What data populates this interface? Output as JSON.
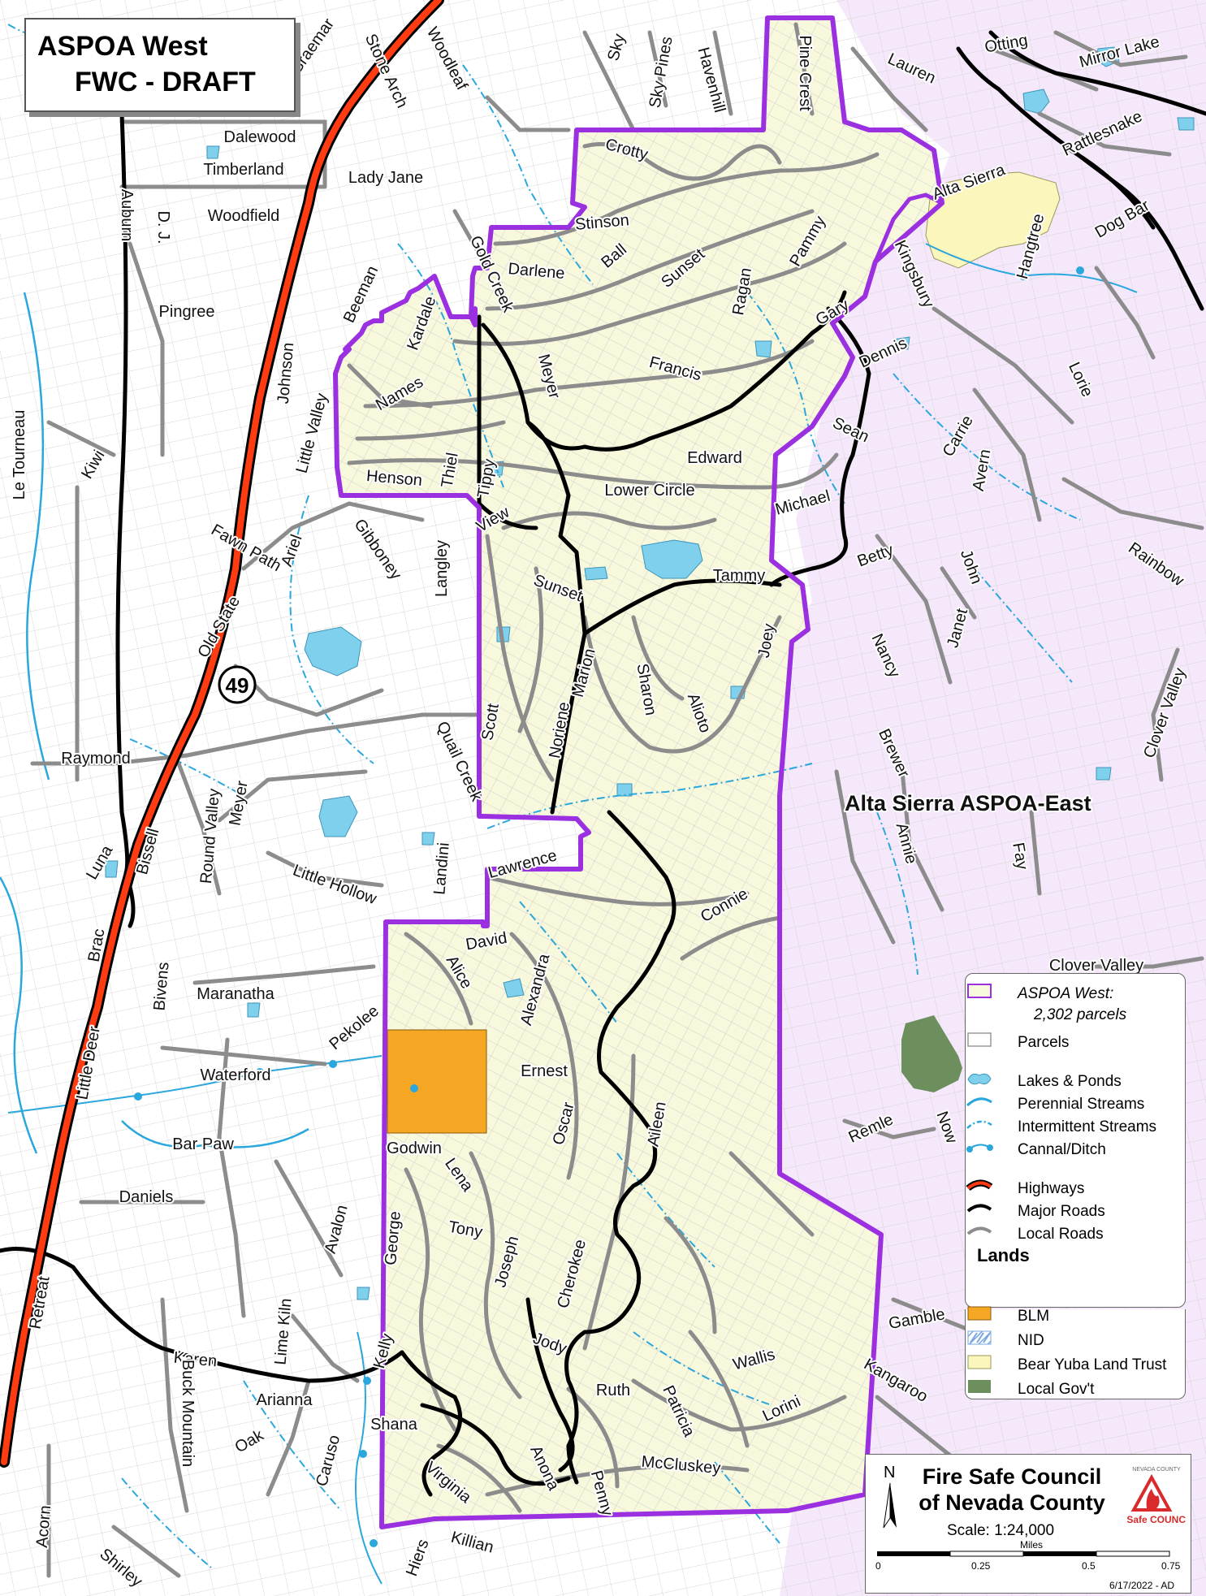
{
  "title": {
    "line1": "ASPOA West",
    "line2": "FWC - DRAFT"
  },
  "highway_shield": "49",
  "region_label": "Alta Sierra ASPOA-East",
  "colors": {
    "boundary": "#9b30e0",
    "aspoa_fill": "#f8f8dc",
    "east_fill": "#f6e8fb",
    "highway_outer": "#000000",
    "highway_inner": "#ff3b12",
    "major_road": "#000000",
    "local_road": "#8c8c8c",
    "parcels": "#c8c8c8",
    "water": "#7fd0ec",
    "stream": "#2aa7dc",
    "blm": "#f5a623",
    "nid": "#8fb6e8",
    "land_trust": "#fbf6bb",
    "local_gov": "#6d8f5e"
  },
  "road_labels": [
    {
      "id": "braemar",
      "text": "Braemar",
      "angle": -55
    },
    {
      "id": "stone-arch",
      "text": "Stone Arch",
      "angle": 65
    },
    {
      "id": "woodleaf",
      "text": "Woodleaf",
      "angle": 62
    },
    {
      "id": "sky",
      "text": "Sky",
      "angle": -75
    },
    {
      "id": "sky-pines",
      "text": "Sky Pines",
      "angle": -80
    },
    {
      "id": "havenhill",
      "text": "Havenhill",
      "angle": 75
    },
    {
      "id": "pine-crest",
      "text": "Pine Crest",
      "angle": 90
    },
    {
      "id": "otting",
      "text": "Otting",
      "angle": -10
    },
    {
      "id": "lauren",
      "text": "Lauren",
      "angle": 25
    },
    {
      "id": "mirror-lake",
      "text": "Mirror Lake",
      "angle": -15
    },
    {
      "id": "rattlesnake",
      "text": "Rattlesnake",
      "angle": -25
    },
    {
      "id": "dalewood",
      "text": "Dalewood",
      "angle": 0
    },
    {
      "id": "timberland",
      "text": "Timberland",
      "angle": 0
    },
    {
      "id": "lady-jane",
      "text": "Lady Jane",
      "angle": 0
    },
    {
      "id": "crotty",
      "text": "Crotty",
      "angle": 15
    },
    {
      "id": "alta-sierra",
      "text": "Alta Sierra",
      "angle": -20
    },
    {
      "id": "dog-bar",
      "text": "Dog Bar",
      "angle": -30
    },
    {
      "id": "hangtree",
      "text": "Hangtree",
      "angle": -75
    },
    {
      "id": "woodfield",
      "text": "Woodfield",
      "angle": 0
    },
    {
      "id": "stinson",
      "text": "Stinson",
      "angle": -5
    },
    {
      "id": "auburn",
      "text": "Auburn",
      "angle": 90
    },
    {
      "id": "dj",
      "text": "D. J.",
      "angle": 90
    },
    {
      "id": "gold-creek",
      "text": "Gold Creek",
      "angle": 65
    },
    {
      "id": "darlene",
      "text": "Darlene",
      "angle": 5
    },
    {
      "id": "ball",
      "text": "Ball",
      "angle": -40
    },
    {
      "id": "sunset-1",
      "text": "Sunset",
      "angle": -40
    },
    {
      "id": "ragan",
      "text": "Ragan",
      "angle": -80
    },
    {
      "id": "pammy",
      "text": "Pammy",
      "angle": -60
    },
    {
      "id": "kingsbury",
      "text": "Kingsbury",
      "angle": 65
    },
    {
      "id": "beeman",
      "text": "Beeman",
      "angle": -65
    },
    {
      "id": "pingree",
      "text": "Pingree",
      "angle": 0
    },
    {
      "id": "gary",
      "text": "Gary",
      "angle": -30
    },
    {
      "id": "kardale",
      "text": "Kardale",
      "angle": -70
    },
    {
      "id": "meyer-1",
      "text": "Meyer",
      "angle": 75
    },
    {
      "id": "francis",
      "text": "Francis",
      "angle": 15
    },
    {
      "id": "dennis",
      "text": "Dennis",
      "angle": -25
    },
    {
      "id": "lorie",
      "text": "Lorie",
      "angle": 65
    },
    {
      "id": "johnson",
      "text": "Johnson",
      "angle": -85
    },
    {
      "id": "little-valley",
      "text": "Little Valley",
      "angle": -75
    },
    {
      "id": "names",
      "text": "Names",
      "angle": -30
    },
    {
      "id": "sean",
      "text": "Sean",
      "angle": 25
    },
    {
      "id": "carrie",
      "text": "Carrie",
      "angle": -60
    },
    {
      "id": "le-tourneau",
      "text": "Le Tourneau",
      "angle": -90
    },
    {
      "id": "kiwi",
      "text": "Kiwi",
      "angle": -60
    },
    {
      "id": "henson",
      "text": "Henson",
      "angle": 5
    },
    {
      "id": "thiel",
      "text": "Thiel",
      "angle": -80
    },
    {
      "id": "tippy",
      "text": "Tippy",
      "angle": -80
    },
    {
      "id": "edward",
      "text": "Edward",
      "angle": 0
    },
    {
      "id": "avern",
      "text": "Avern",
      "angle": -80
    },
    {
      "id": "lower-circle",
      "text": "Lower Circle",
      "angle": 0
    },
    {
      "id": "michael",
      "text": "Michael",
      "angle": -15
    },
    {
      "id": "fawn-path",
      "text": "Fawn Path",
      "angle": 30
    },
    {
      "id": "gibboney",
      "text": "Gibboney",
      "angle": 55
    },
    {
      "id": "view",
      "text": "View",
      "angle": -30
    },
    {
      "id": "ariel",
      "text": "Ariel",
      "angle": -70
    },
    {
      "id": "langley",
      "text": "Langley",
      "angle": -90
    },
    {
      "id": "john",
      "text": "John",
      "angle": 70
    },
    {
      "id": "rainbow",
      "text": "Rainbow",
      "angle": 35
    },
    {
      "id": "betty",
      "text": "Betty",
      "angle": -20
    },
    {
      "id": "old-state",
      "text": "Old State",
      "angle": -60
    },
    {
      "id": "sunset-2",
      "text": "Sunset",
      "angle": 20
    },
    {
      "id": "tammy",
      "text": "Tammy",
      "angle": 0
    },
    {
      "id": "janet",
      "text": "Janet",
      "angle": -75
    },
    {
      "id": "joey",
      "text": "Joey",
      "angle": -80
    },
    {
      "id": "nancy",
      "text": "Nancy",
      "angle": 65
    },
    {
      "id": "clover-valley-1",
      "text": "Clover Valley",
      "angle": -70
    },
    {
      "id": "marion",
      "text": "Marion",
      "angle": -75
    },
    {
      "id": "sharon",
      "text": "Sharon",
      "angle": 80
    },
    {
      "id": "alioto",
      "text": "Alioto",
      "angle": 70
    },
    {
      "id": "raymond",
      "text": "Raymond",
      "angle": 0
    },
    {
      "id": "scott",
      "text": "Scott",
      "angle": -80
    },
    {
      "id": "noriene",
      "text": "Noriene",
      "angle": -80
    },
    {
      "id": "quail-creek",
      "text": "Quail Creek",
      "angle": 65
    },
    {
      "id": "brewer",
      "text": "Brewer",
      "angle": 65
    },
    {
      "id": "round-valley",
      "text": "Round Valley",
      "angle": -85
    },
    {
      "id": "meyer-2",
      "text": "Meyer",
      "angle": -80
    },
    {
      "id": "landini",
      "text": "Landini",
      "angle": -85
    },
    {
      "id": "bissell",
      "text": "Bissell",
      "angle": -75
    },
    {
      "id": "luna",
      "text": "Luna",
      "angle": -60
    },
    {
      "id": "annie",
      "text": "Annie",
      "angle": 75
    },
    {
      "id": "fay",
      "text": "Fay",
      "angle": 80
    },
    {
      "id": "lawrence",
      "text": "Lawrence",
      "angle": -15
    },
    {
      "id": "little-hollow",
      "text": "Little Hollow",
      "angle": 20
    },
    {
      "id": "connie",
      "text": "Connie",
      "angle": -30
    },
    {
      "id": "brac",
      "text": "Brac",
      "angle": -80
    },
    {
      "id": "david",
      "text": "David",
      "angle": -10
    },
    {
      "id": "bivens",
      "text": "Bivens",
      "angle": -85
    },
    {
      "id": "clover-valley-2",
      "text": "Clover Valley",
      "angle": 0
    },
    {
      "id": "alice",
      "text": "Alice",
      "angle": 60
    },
    {
      "id": "alexandra",
      "text": "Alexandra",
      "angle": -75
    },
    {
      "id": "maranatha",
      "text": "Maranatha",
      "angle": 0
    },
    {
      "id": "pekolee",
      "text": "Pekolee",
      "angle": -40
    },
    {
      "id": "ernest",
      "text": "Ernest",
      "angle": 0
    },
    {
      "id": "oscar",
      "text": "Oscar",
      "angle": -75
    },
    {
      "id": "aileen",
      "text": "Aileen",
      "angle": -80
    },
    {
      "id": "waterford",
      "text": "Waterford",
      "angle": 0
    },
    {
      "id": "little-deer",
      "text": "Little Deer",
      "angle": -80
    },
    {
      "id": "remle",
      "text": "Remle",
      "angle": -25
    },
    {
      "id": "now",
      "text": "Now",
      "angle": 70
    },
    {
      "id": "bar-paw",
      "text": "Bar Paw",
      "angle": 0
    },
    {
      "id": "godwin",
      "text": "Godwin",
      "angle": 0
    },
    {
      "id": "lena",
      "text": "Lena",
      "angle": 55
    },
    {
      "id": "avalon",
      "text": "Avalon",
      "angle": -75
    },
    {
      "id": "daniels",
      "text": "Daniels",
      "angle": 0
    },
    {
      "id": "george",
      "text": "George",
      "angle": -85
    },
    {
      "id": "tony",
      "text": "Tony",
      "angle": 10
    },
    {
      "id": "joseph",
      "text": "Joseph",
      "angle": -75
    },
    {
      "id": "cherokee",
      "text": "Cherokee",
      "angle": -75
    },
    {
      "id": "retreat",
      "text": "Retreat",
      "angle": -80
    },
    {
      "id": "lime-kiln",
      "text": "Lime Kiln",
      "angle": -85
    },
    {
      "id": "kelly",
      "text": "Kelly",
      "angle": -75
    },
    {
      "id": "gamble",
      "text": "Gamble",
      "angle": -10
    },
    {
      "id": "karen",
      "text": "Karen",
      "angle": 5
    },
    {
      "id": "jody",
      "text": "Jody",
      "angle": 20
    },
    {
      "id": "wallis",
      "text": "Wallis",
      "angle": -15
    },
    {
      "id": "kangaroo",
      "text": "Kangaroo",
      "angle": 30
    },
    {
      "id": "ruth",
      "text": "Ruth",
      "angle": 0
    },
    {
      "id": "patricia",
      "text": "Patricia",
      "angle": 65
    },
    {
      "id": "lorini",
      "text": "Lorini",
      "angle": -25
    },
    {
      "id": "arianna",
      "text": "Arianna",
      "angle": 0
    },
    {
      "id": "shana",
      "text": "Shana",
      "angle": 0
    },
    {
      "id": "buck-mountain",
      "text": "Buck Mountain",
      "angle": 90
    },
    {
      "id": "oak",
      "text": "Oak",
      "angle": -30
    },
    {
      "id": "caruso",
      "text": "Caruso",
      "angle": -75
    },
    {
      "id": "anona",
      "text": "Anona",
      "angle": 65
    },
    {
      "id": "mccluskey",
      "text": "McCluskey",
      "angle": 5
    },
    {
      "id": "virginia",
      "text": "Virginia",
      "angle": 40
    },
    {
      "id": "penny",
      "text": "Penny",
      "angle": 75
    },
    {
      "id": "acorn",
      "text": "Acorn",
      "angle": -85
    },
    {
      "id": "shirley",
      "text": "Shirley",
      "angle": 40
    },
    {
      "id": "hiers",
      "text": "Hiers",
      "angle": -70
    },
    {
      "id": "killian",
      "text": "Killian",
      "angle": 15
    }
  ],
  "legend": {
    "items": [
      {
        "label": "ASPOA West:",
        "sublabel": "2,302 parcels",
        "symbol": "boundary"
      },
      {
        "label": "Parcels",
        "symbol": "parcel"
      },
      {
        "label": "Lakes & Ponds",
        "symbol": "water"
      },
      {
        "label": "Perennial Streams",
        "symbol": "perennial"
      },
      {
        "label": "Intermittent Streams",
        "symbol": "intermittent"
      },
      {
        "label": "Cannal/Ditch",
        "symbol": "ditch"
      },
      {
        "label": "Highways",
        "symbol": "highway"
      },
      {
        "label": "Major Roads",
        "symbol": "major"
      },
      {
        "label": "Local Roads",
        "symbol": "local"
      }
    ],
    "lands_heading": "Lands",
    "lands": [
      {
        "label": "BLM",
        "symbol": "blm"
      },
      {
        "label": "NID",
        "symbol": "nid"
      },
      {
        "label": "Bear Yuba Land Trust",
        "symbol": "trust"
      },
      {
        "label": "Local Gov't",
        "symbol": "gov"
      }
    ]
  },
  "credit": {
    "north": "N",
    "org_line1": "Fire Safe Council",
    "org_line2": "of Nevada County",
    "scale": "Scale: 1:24,000",
    "scale_unit": "Miles",
    "scale_ticks": [
      "0",
      "0.25",
      "0.5",
      "0.75"
    ],
    "logo_text": "FireSafe COUNCIL",
    "logo_arc": "NEVADA COUNTY",
    "date": "6/17/2022 - AD"
  }
}
